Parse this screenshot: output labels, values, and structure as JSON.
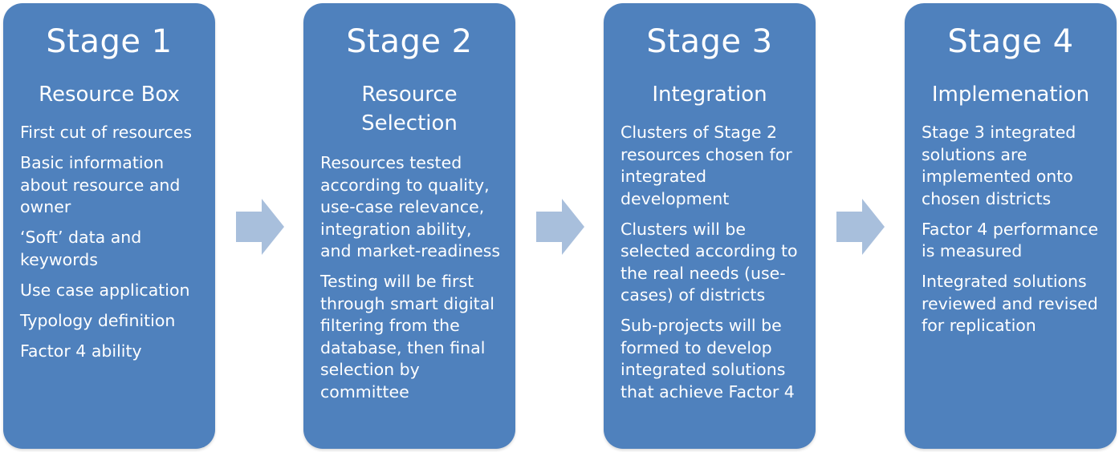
{
  "colors": {
    "card_fill": "#4f81bd",
    "arrow_fill": "#a8bfdc",
    "text": "#ffffff"
  },
  "stages": [
    {
      "title": "Stage 1",
      "subtitle": "Resource Box",
      "items": [
        "First cut of resources",
        "Basic information\nabout resource and\nowner",
        "‘Soft’ data and\nkeywords",
        "Use case application",
        "Typology definition",
        "Factor 4 ability"
      ]
    },
    {
      "title": "Stage 2",
      "subtitle": "Resource\nSelection",
      "items": [
        "Resources  tested\naccording to quality,\nuse-case relevance,\nintegration ability,\nand market-readiness",
        "Testing will be first\nthrough smart digital\nfiltering from the\ndatabase, then final\nselection by\ncommittee"
      ]
    },
    {
      "title": "Stage 3",
      "subtitle": "Integration",
      "items": [
        "Clusters of Stage 2\nresources chosen for\nintegrated\ndevelopment",
        "Clusters will be\nselected according to\nthe real needs (use-\ncases) of districts",
        "Sub-projects will be\nformed to develop\nintegrated solutions\nthat achieve Factor 4"
      ]
    },
    {
      "title": "Stage 4",
      "subtitle": "Implemenation",
      "items": [
        "Stage 3 integrated\nsolutions are\nimplemented onto\nchosen districts",
        "Factor 4 performance\nis measured",
        "Integrated solutions\nreviewed and revised\nfor replication"
      ]
    }
  ],
  "arrows": [
    "right-arrow",
    "right-arrow",
    "right-arrow"
  ]
}
